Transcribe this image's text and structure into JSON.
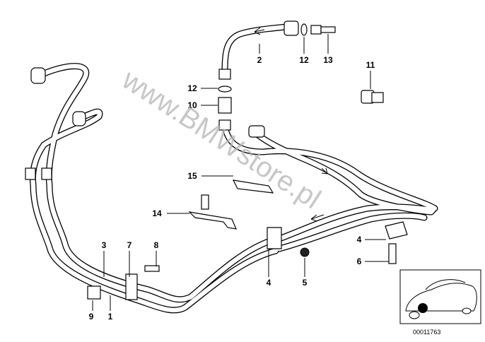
{
  "callouts": [
    {
      "id": "c2",
      "text": "2"
    },
    {
      "id": "c12a",
      "text": "12"
    },
    {
      "id": "c13",
      "text": "13"
    },
    {
      "id": "c11",
      "text": "11"
    },
    {
      "id": "c12b",
      "text": "12"
    },
    {
      "id": "c10",
      "text": "10"
    },
    {
      "id": "c15",
      "text": "15"
    },
    {
      "id": "c14",
      "text": "14"
    },
    {
      "id": "c3",
      "text": "3"
    },
    {
      "id": "c7",
      "text": "7"
    },
    {
      "id": "c8",
      "text": "8"
    },
    {
      "id": "c4a",
      "text": "4"
    },
    {
      "id": "c4b",
      "text": "4"
    },
    {
      "id": "c6",
      "text": "6"
    },
    {
      "id": "c5",
      "text": "5"
    },
    {
      "id": "c9",
      "text": "9"
    },
    {
      "id": "c1",
      "text": "1"
    }
  ],
  "watermark": "www.BMWstore.pl",
  "reference_number": "00011763",
  "colors": {
    "line": "#000000",
    "background": "#ffffff",
    "watermark": "#b5b5b5",
    "marker": "#000000"
  }
}
